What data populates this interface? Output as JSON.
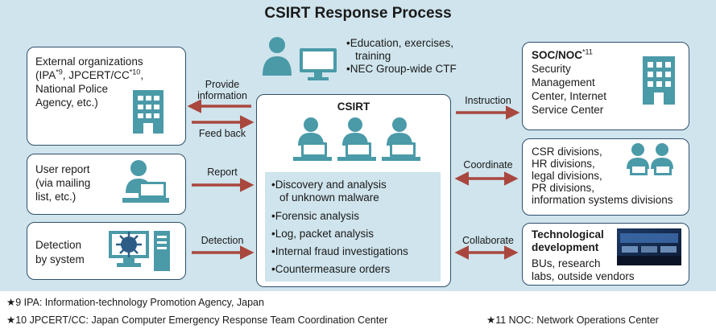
{
  "title": "CSIRT Response Process",
  "training": {
    "line1": "•Education, exercises,",
    "line2": "training",
    "line3": "•NEC Group-wide CTF"
  },
  "external": {
    "line1": "External organizations",
    "line2a": "(IPA",
    "line2b": "*9",
    "line2c": ", JPCERT/CC",
    "line2d": "*10",
    "line2e": ",",
    "line3": "National Police",
    "line4": "Agency, etc.)"
  },
  "user_report": {
    "line1": "User report",
    "line2": "(via mailing",
    "line3": "list, etc.)"
  },
  "detection_sys": {
    "line1": "Detection",
    "line2": "by system"
  },
  "csirt": {
    "title": "CSIRT",
    "items": [
      "•Discovery and analysis",
      "of unknown malware",
      "•Forensic analysis",
      "•Log, packet analysis",
      "•Internal fraud investigations",
      "•Countermeasure orders"
    ]
  },
  "soc": {
    "title": "SOC/NOC",
    "sup": "*11",
    "line1": "Security",
    "line2": "Management",
    "line3": "Center, Internet",
    "line4": "Service Center"
  },
  "csr": {
    "line1": "CSR divisions,",
    "line2": "HR divisions,",
    "line3": "legal divisions,",
    "line4": "PR divisions,",
    "line5": "information systems divisions"
  },
  "tech": {
    "title1": "Technological",
    "title2": "development",
    "line1": "BUs, research",
    "line2": "labs, outside vendors"
  },
  "labels": {
    "provide1": "Provide",
    "provide2": "information",
    "feedback": "Feed back",
    "report": "Report",
    "detection": "Detection",
    "instruction": "Instruction",
    "coordinate": "Coordinate",
    "collaborate": "Collaborate"
  },
  "notes": {
    "n9": "★9 IPA: Information-technology Promotion Agency, Japan",
    "n10": "★10 JPCERT/CC: Japan Computer Emergency Response Team Coordination Center",
    "n11": "★11 NOC: Network Operations Center"
  },
  "colors": {
    "panel": "#cfe4ec",
    "arrow": "#a9473f",
    "icon": "#4a9aa8",
    "border": "#2f4f6b"
  }
}
